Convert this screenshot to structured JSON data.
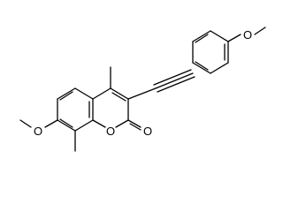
{
  "atom_labels": {
    "methoxy_oxygen_top": "O",
    "methoxy_oxygen_left": "O",
    "ring_oxygen": "O",
    "carbonyl_oxygen": "O"
  },
  "colors": {
    "bond": "#000000",
    "background": "#ffffff"
  }
}
